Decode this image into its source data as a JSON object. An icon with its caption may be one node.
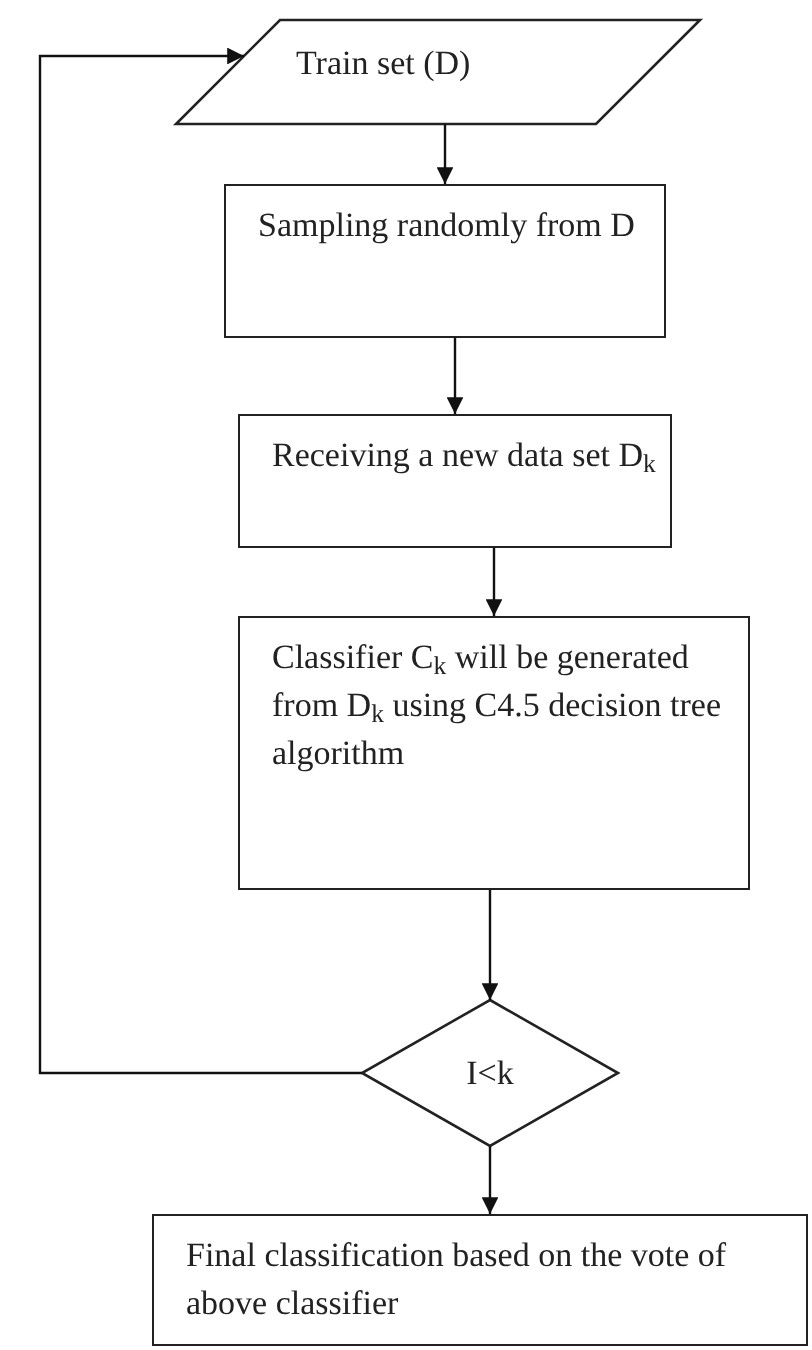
{
  "diagram": {
    "nodes": [
      {
        "text": [
          "Train set (D)"
        ]
      },
      {
        "text": [
          "Sampling randomly from D"
        ]
      },
      {
        "text": [
          "Receiving a new data set D$_{k}$"
        ]
      },
      {
        "text": [
          "Classifier C$_{k}$ will be generated from D$_{k}$ using C4.5 decision tree algorithm"
        ]
      },
      {
        "text": [
          "I<k"
        ]
      },
      {
        "text": [
          "Final classification based on the vote of above classifier"
        ]
      }
    ],
    "edges": [
      {
        "from": 0,
        "to": 1,
        "arrow": "to"
      },
      {
        "from": 1,
        "to": 2,
        "arrow": "to"
      },
      {
        "from": 2,
        "to": 3,
        "arrow": "to"
      },
      {
        "from": 3,
        "to": 4,
        "arrow": "to"
      },
      {
        "from": 4,
        "to": 0,
        "arrow": "to"
      },
      {
        "from": 4,
        "to": 5,
        "arrow": "to"
      }
    ]
  }
}
